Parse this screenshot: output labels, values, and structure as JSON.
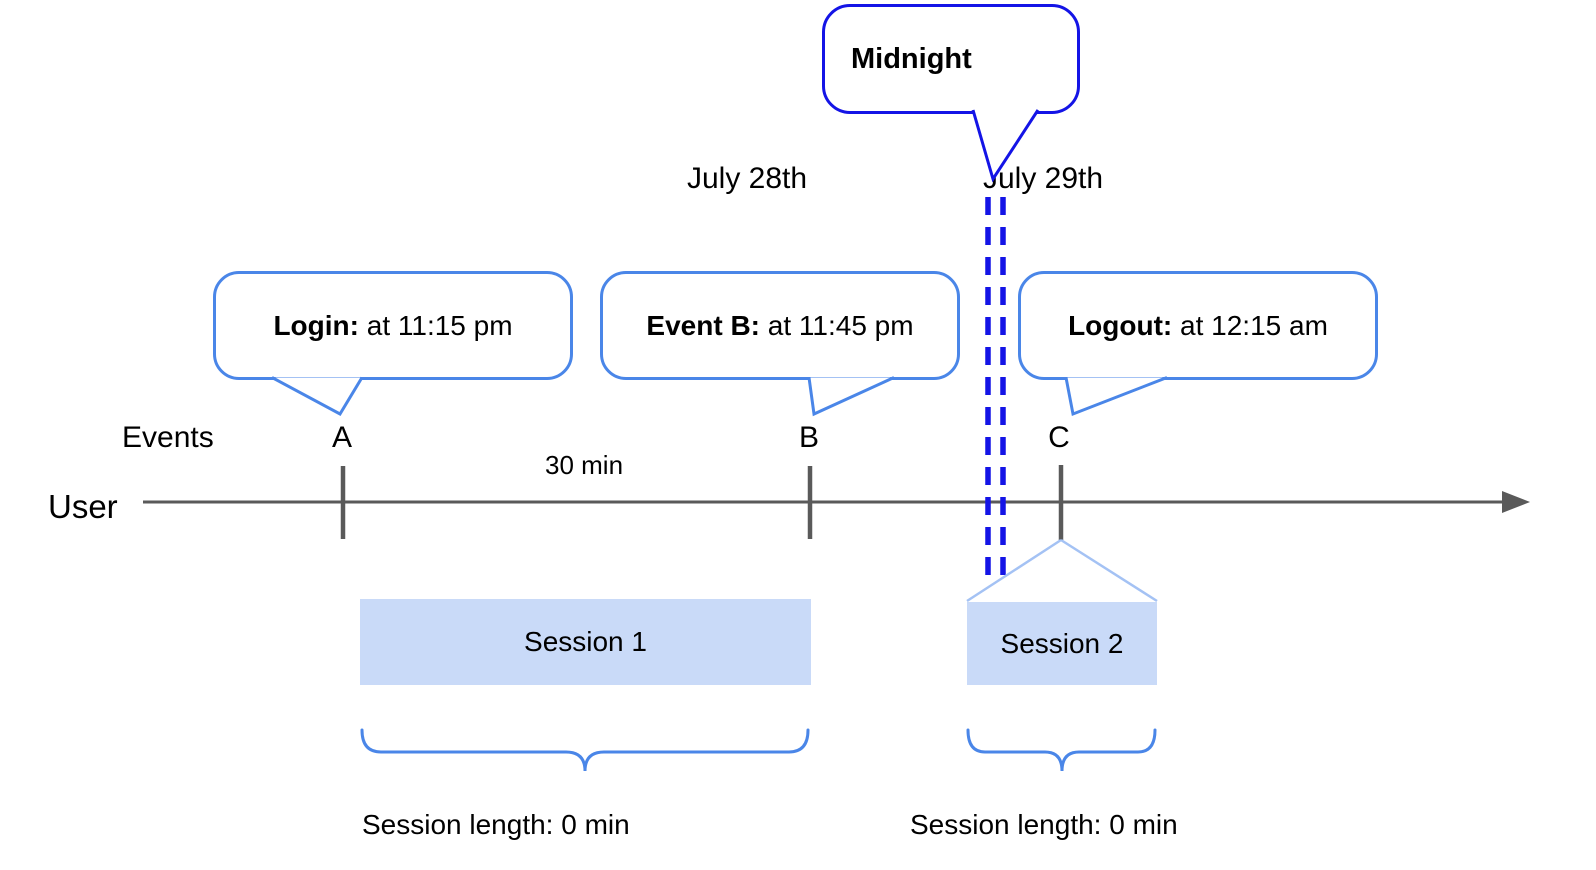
{
  "diagram": {
    "midnight_callout": "Midnight",
    "dates": {
      "left": "July 28th",
      "right": "July 29th"
    },
    "axis": {
      "events_label": "Events",
      "user_label": "User",
      "interval_label": "30 min"
    },
    "events": [
      {
        "letter": "A",
        "callout_title": "Login:",
        "callout_detail": " at 11:15 pm"
      },
      {
        "letter": "B",
        "callout_title": "Event B:",
        "callout_detail": " at 11:45 pm"
      },
      {
        "letter": "C",
        "callout_title": "Logout:",
        "callout_detail": " at 12:15 am"
      }
    ],
    "sessions": [
      {
        "label": "Session 1",
        "length": "Session length: 0 min"
      },
      {
        "label": "Session 2",
        "length": "Session length: 0 min"
      }
    ],
    "colors": {
      "callout_border_blue": "#4a86e8",
      "midnight_strong_blue": "#1414e6",
      "session_fill_blue": "#c9daf8",
      "connector_light_blue": "#a4c2f4",
      "axis_gray": "#5a5a5a",
      "text_black": "#000000"
    }
  }
}
